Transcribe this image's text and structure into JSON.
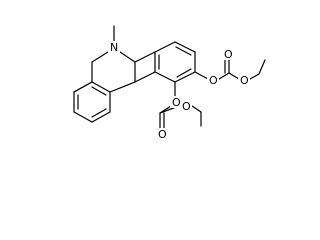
{
  "structure": {
    "atoms": {
      "nitrogen": "N",
      "ester_O_upper_ring": "O",
      "carbonyl_O_upper": "O",
      "ethoxy_O_upper": "O",
      "ester_O_lower_ring": "O",
      "ethoxy_O_lower": "O",
      "carbonyl_O_lower": "O"
    },
    "colors": {
      "bond": "#000000",
      "label": "#000000",
      "background": "#ffffff"
    }
  }
}
